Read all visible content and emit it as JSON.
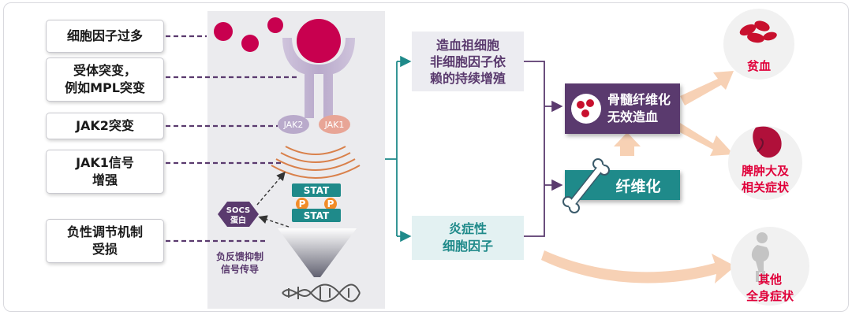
{
  "causes": [
    {
      "line1": "细胞因子过多",
      "line2": ""
    },
    {
      "line1": "受体突变，",
      "line2": "例如MPL突变"
    },
    {
      "line1": "JAK2突变",
      "line2": ""
    },
    {
      "line1": "JAK1信号",
      "line2": "增强"
    },
    {
      "line1": "负性调节机制",
      "line2": "受损"
    }
  ],
  "mechanism": {
    "jak2": "JAK2",
    "jak1": "JAK1",
    "stat_top": "STAT",
    "stat_bottom": "STAT",
    "p1": "P",
    "p2": "P",
    "socs_line1": "SOCS",
    "socs_line2": "蛋白",
    "feedback_line1": "负反馈抑制",
    "feedback_line2": "信号传导"
  },
  "middle": {
    "top_line1": "造血祖细胞",
    "top_line2": "非细胞因子依",
    "top_line3": "赖的持续增殖",
    "inflam_line1": "炎症性",
    "inflam_line2": "细胞因子"
  },
  "fibrosis": {
    "marrow_line1": "骨髓纤维化",
    "marrow_line2": "无效造血",
    "fib_label": "纤维化"
  },
  "outcomes": {
    "anemia": "贫血",
    "spleen_line1": "脾肿大及",
    "spleen_line2": "相关症状",
    "other_line1": "其他",
    "other_line2": "全身症状"
  },
  "colors": {
    "magenta": "#c8004f",
    "purple": "#5a3a6e",
    "teal": "#1f8a8a",
    "outcome_red": "#e0003a",
    "arrow_peach": "#f6c9a8"
  },
  "icons": [
    "cytokine-dots-icon",
    "receptor-icon",
    "signal-waves-icon",
    "dna-icon",
    "red-blood-cells-icon",
    "bone-icon",
    "spleen-icon",
    "human-figure-icon"
  ]
}
